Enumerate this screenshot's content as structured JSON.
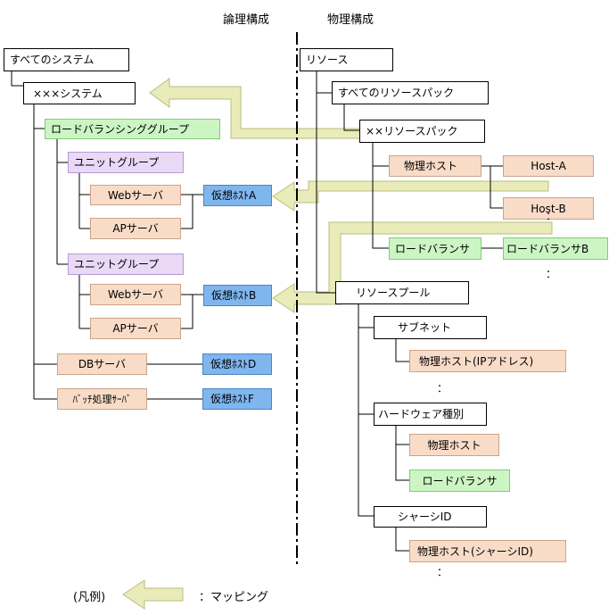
{
  "headers": {
    "logical": "論理構成",
    "physical": "物理構成"
  },
  "logical": {
    "all_systems": "すべてのシステム",
    "xxx_system": "×××システム",
    "lb_group": "ロードバランシンググループ",
    "unit_group_1": "ユニットグループ",
    "web_server_1": "Webサーバ",
    "ap_server_1": "APサーバ",
    "unit_group_2": "ユニットグループ",
    "web_server_2": "Webサーバ",
    "ap_server_2": "APサーバ",
    "db_server": "DBサーバ",
    "batch_server": "ﾊﾞｯﾁ処理ｻｰﾊﾞ",
    "vhost_a": "仮想ﾎｽﾄA",
    "vhost_b": "仮想ﾎｽﾄB",
    "vhost_d": "仮想ﾎｽﾄD",
    "vhost_f": "仮想ﾎｽﾄF"
  },
  "physical": {
    "resource": "リソース",
    "all_resource_packs": "すべてのリソースパック",
    "xx_resource_pack": "××リソースパック",
    "physical_host": "物理ホスト",
    "host_a": "Host-A",
    "host_b": "Host-B",
    "load_balancer": "ロードバランサ",
    "load_balancer_b": "ロードバランサB",
    "resource_pool": "リソースプール",
    "subnet": "サブネット",
    "physical_host_ip": "物理ホスト(IPアドレス)",
    "hardware_type": "ハードウェア種別",
    "physical_host_hw": "物理ホスト",
    "load_balancer_hw": "ロードバランサ",
    "chassis_id": "シャーシID",
    "physical_host_chassis": "物理ホスト(シャーシID)",
    "ellipsis": "："
  },
  "legend": {
    "title": "(凡例)",
    "mapping": "：マッピング"
  },
  "colors": {
    "arrow_fill": "#e9ebb9",
    "arrow_stroke": "#b9bd7e",
    "peach": "#f8dcc8",
    "green": "#ccf5c4",
    "purple": "#e9d9f7",
    "blue": "#7fb6ee"
  }
}
